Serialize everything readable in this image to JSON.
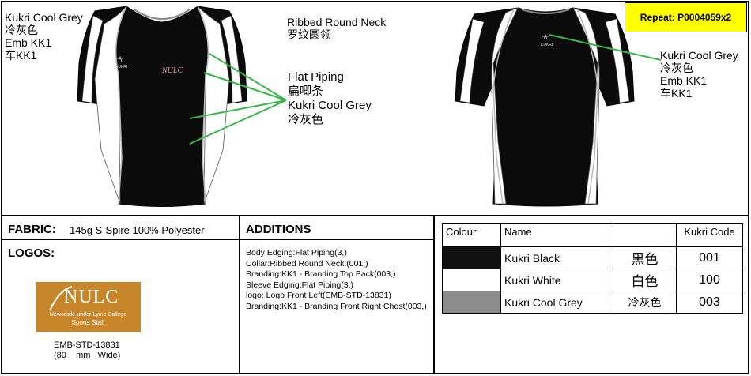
{
  "repeat": "Repeat:  P0004059x2",
  "front_left_callout": {
    "line1": "Kukri Cool Grey",
    "line2": "冷灰色",
    "line3": "Emb KK1",
    "line4": "车KK1"
  },
  "neck_callout": {
    "line1": "Ribbed Round Neck",
    "line2": "罗纹圆领"
  },
  "piping_callout": {
    "line1": "Flat Piping",
    "line2": "扁唧条",
    "line3": "Kukri Cool Grey",
    "line4": "冷灰色"
  },
  "back_callout": {
    "line1": "Kukri Cool Grey",
    "line2": "冷灰色",
    "line3": "Emb KK1",
    "line4": "车KK1"
  },
  "shirt": {
    "brand_text": "KUKRI",
    "front_logo_text": "NULC"
  },
  "fabric": {
    "label": "FABRIC:",
    "value": "145g S-Spire 100% Polyester"
  },
  "logos": {
    "label": "LOGOS:",
    "logo_main": "NULC",
    "logo_line1": "Newcastle-under-Lyme College",
    "logo_line2": "Sports Staff",
    "code_line1": "EMB-STD-13831",
    "code_line2": "(80    mm   Wide)"
  },
  "additions": {
    "label": "ADDITIONS",
    "items": [
      "Body Edging:Flat Piping(3,)",
      "Collar:Ribbed Round Neck:(001,)",
      "Branding:KK1 - Branding Top Back(003,)",
      "Sleeve Edging:Flat Piping(3,)",
      "logo: Logo Front Left(EMB-STD-13831)",
      "Branding:KK1 - Branding Front Right Chest(003,)"
    ]
  },
  "colour_table": {
    "headers": {
      "colour": "Colour",
      "name": "Name",
      "cn": "",
      "code": "Kukri Code"
    },
    "rows": [
      {
        "swatch": "#111111",
        "name": "Kukri Black",
        "cn": "黑色",
        "code": "001"
      },
      {
        "swatch": "#ffffff",
        "name": "Kukri White",
        "cn": "白色",
        "code": "100"
      },
      {
        "swatch": "#8c8c8c",
        "name": "Kukri Cool Grey",
        "cn": "冷灰色",
        "code": "003"
      }
    ]
  },
  "colors": {
    "accent_yellow": "#ffff00",
    "callout_line": "#3bb54a",
    "logo_bg": "#c8862a"
  }
}
